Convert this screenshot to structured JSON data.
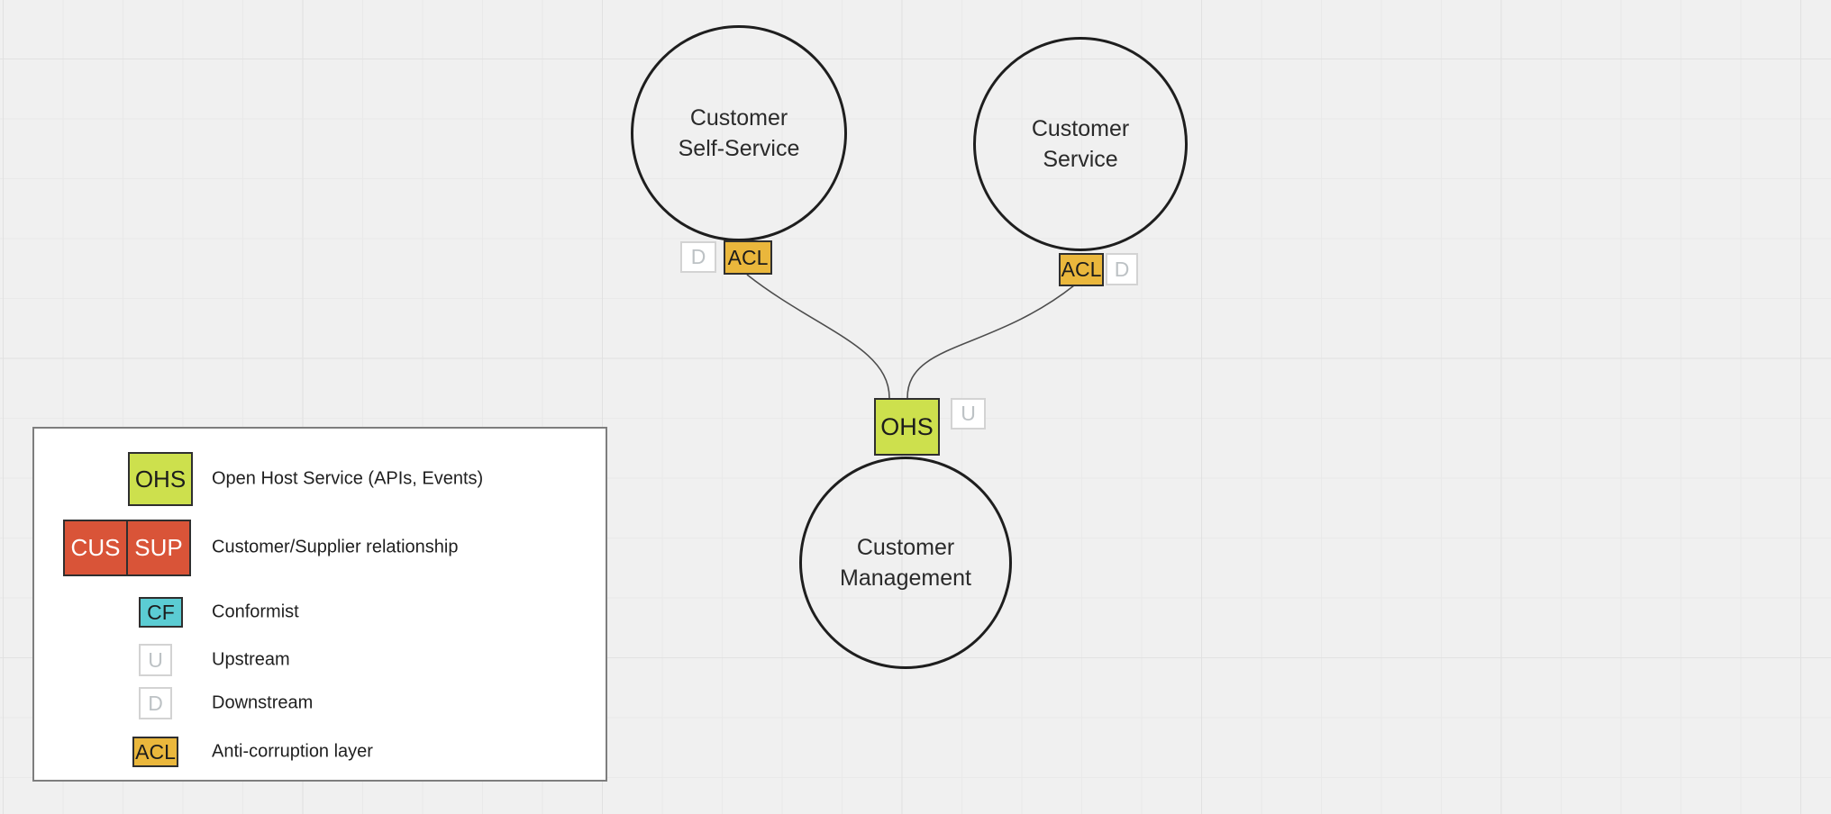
{
  "colors": {
    "canvas_background": "#f0f0f0",
    "grid_line_minor": "#e9e9e9",
    "grid_line_major": "#e1e1e1",
    "ohs_green": "#cde04d",
    "acl_amber": "#eab73c",
    "customer_supplier_red": "#d95438",
    "conformist_cyan": "#5bccd3",
    "upstream_downstream_gray": "#bdc2c5",
    "node_stroke": "#1e1e1e",
    "connector_stroke": "#4d4d4d"
  },
  "diagram": {
    "contexts": [
      {
        "name": "Customer Self-Service",
        "line1": "Customer",
        "line2": "Self-Service"
      },
      {
        "name": "Customer Service",
        "line1": "Customer",
        "line2": "Service"
      },
      {
        "name": "Customer Management",
        "line1": "Customer",
        "line2": "Management"
      }
    ],
    "badges": {
      "acl": "ACL",
      "d": "D",
      "u": "U",
      "ohs": "OHS"
    }
  },
  "legend": {
    "items": [
      {
        "badge": "OHS",
        "label": "Open Host Service (APIs, Events)"
      },
      {
        "badge": "CUS",
        "badge2": "SUP",
        "label": "Customer/Supplier relationship"
      },
      {
        "badge": "CF",
        "label": "Conformist"
      },
      {
        "badge": "U",
        "label": "Upstream"
      },
      {
        "badge": "D",
        "label": "Downstream"
      },
      {
        "badge": "ACL",
        "label": "Anti-corruption layer"
      }
    ]
  }
}
